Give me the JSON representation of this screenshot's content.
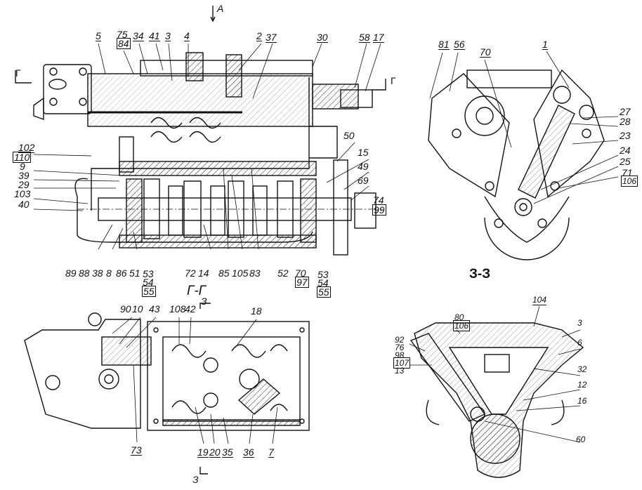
{
  "view_arrow": "A",
  "sections": {
    "main_section": "Г-Г",
    "side_section": "З-З",
    "cut_mark": "Г",
    "cut_mark_3": "З"
  },
  "top_labels": [
    "5",
    "75",
    "84",
    "34",
    "41",
    "3",
    "4",
    "2",
    "37",
    "30",
    "58",
    "17"
  ],
  "left_labels": [
    "102",
    "110",
    "9",
    "39",
    "29",
    "103",
    "40"
  ],
  "right_labels": [
    "50",
    "15",
    "49",
    "69",
    "74",
    "99"
  ],
  "bottom_labels": [
    "89",
    "88",
    "38",
    "8",
    "86",
    "51",
    "53",
    "54",
    "55",
    "72",
    "14",
    "85",
    "105",
    "83",
    "52",
    "70",
    "97",
    "53",
    "54",
    "55"
  ],
  "end_view_labels": [
    "81",
    "56",
    "70",
    "1",
    "27",
    "28",
    "23",
    "24",
    "25",
    "71",
    "106"
  ],
  "plan_labels": [
    "90",
    "10",
    "43",
    "108",
    "42",
    "18",
    "73",
    "19",
    "20",
    "35",
    "36",
    "7"
  ],
  "section_labels": [
    "80",
    "106",
    "104",
    "3",
    "6",
    "92",
    "76",
    "98",
    "107",
    "13",
    "32",
    "12",
    "16",
    "60"
  ],
  "colors": {
    "ink": "#111111",
    "background": "#ffffff"
  }
}
